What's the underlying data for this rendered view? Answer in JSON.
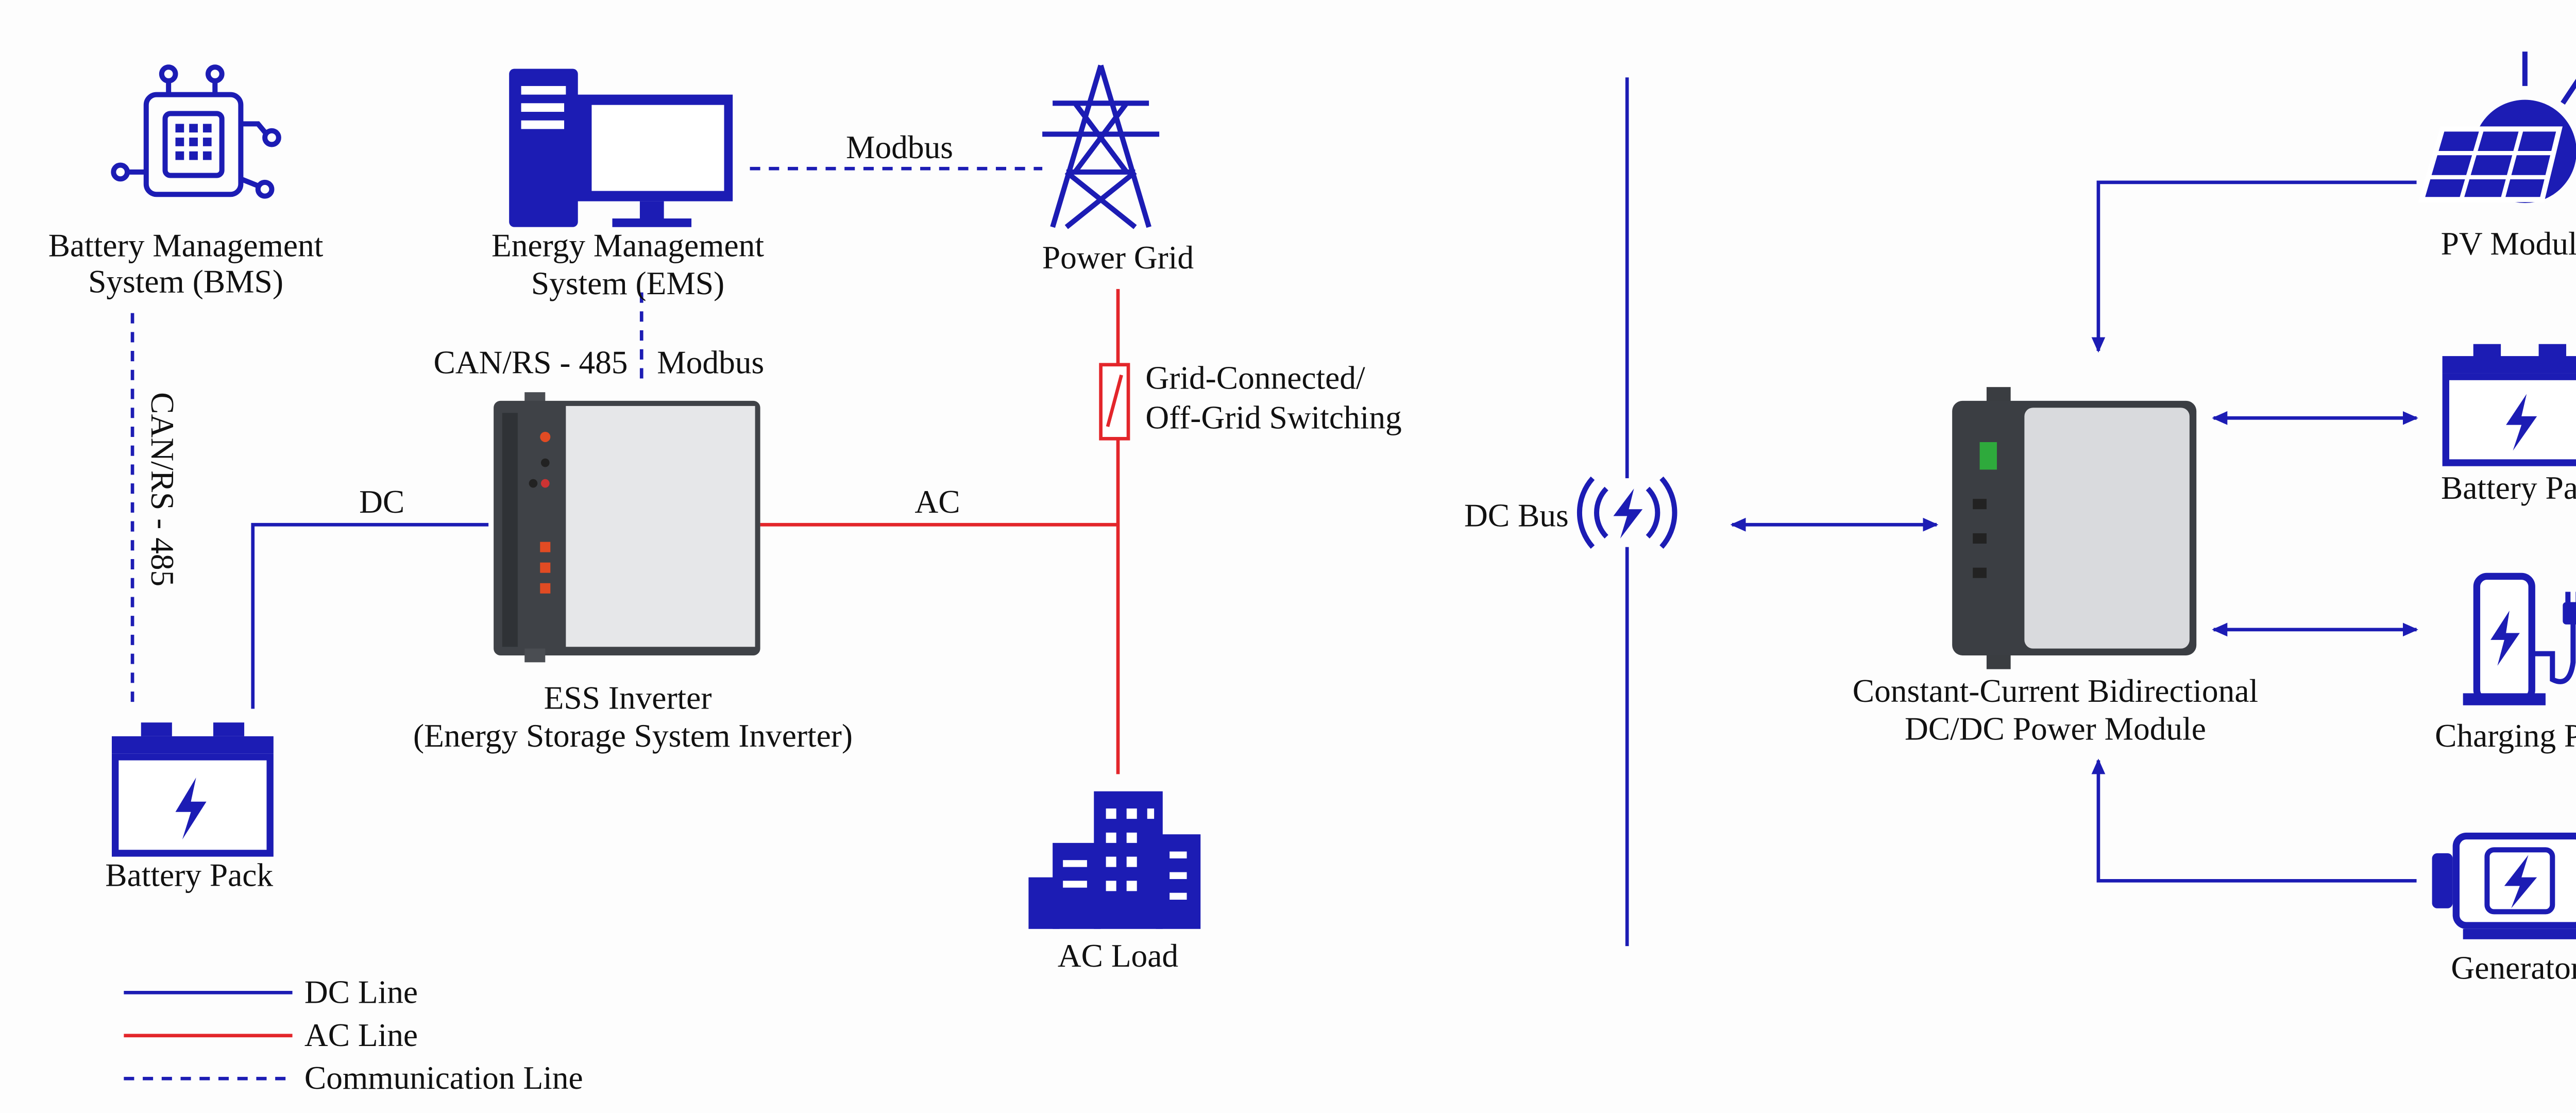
{
  "colors": {
    "dc_line": "#1c1cb4",
    "ac_line": "#e3262b",
    "communication_line": "#1c1cb4",
    "icon": "#1c1cb4"
  },
  "left_system": {
    "bms": {
      "icon": "chip-icon",
      "label_line1": "Battery Management",
      "label_line2": "System (BMS)"
    },
    "ems": {
      "icon": "computer-icon",
      "label_line1": "Energy Management",
      "label_line2": "System (EMS)"
    },
    "power_grid": {
      "icon": "transmission-tower-icon",
      "label": "Power Grid"
    },
    "battery_pack": {
      "icon": "battery-icon",
      "label": "Battery Pack"
    },
    "inverter": {
      "label_line1": "ESS Inverter",
      "label_line2": "(Energy Storage System Inverter)"
    },
    "ac_load": {
      "icon": "building-icon",
      "label": "AC Load"
    },
    "switch": {
      "icon": "switch-icon",
      "label_line1": "Grid-Connected/",
      "label_line2": "Off-Grid Switching"
    },
    "connections": {
      "bms_battery": "CAN/RS - 485",
      "ems_grid": "Modbus",
      "ems_inverter_left": "CAN/RS - 485",
      "ems_inverter_right": "Modbus",
      "dc": "DC",
      "ac": "AC"
    }
  },
  "legend": [
    {
      "label": "DC Line",
      "style": "solid",
      "color": "#1c1cb4"
    },
    {
      "label": "AC Line",
      "style": "solid",
      "color": "#e3262b"
    },
    {
      "label": "Communication Line",
      "style": "dashed",
      "color": "#1c1cb4"
    }
  ],
  "dc_bus": {
    "label": "DC Bus",
    "icon": "wireless-bolt-icon"
  },
  "right_system": {
    "module": {
      "label_line1": "Constant-Current Bidirectional",
      "label_line2": "DC/DC Power Module"
    },
    "pv": {
      "icon": "solar-panel-icon",
      "label": "PV Module"
    },
    "battery": {
      "icon": "battery-icon",
      "label": "Battery Pack"
    },
    "charging_pile": {
      "icon": "ev-charger-icon",
      "label": "Charging Pile"
    },
    "generator": {
      "icon": "generator-icon",
      "label": "Generator"
    }
  }
}
